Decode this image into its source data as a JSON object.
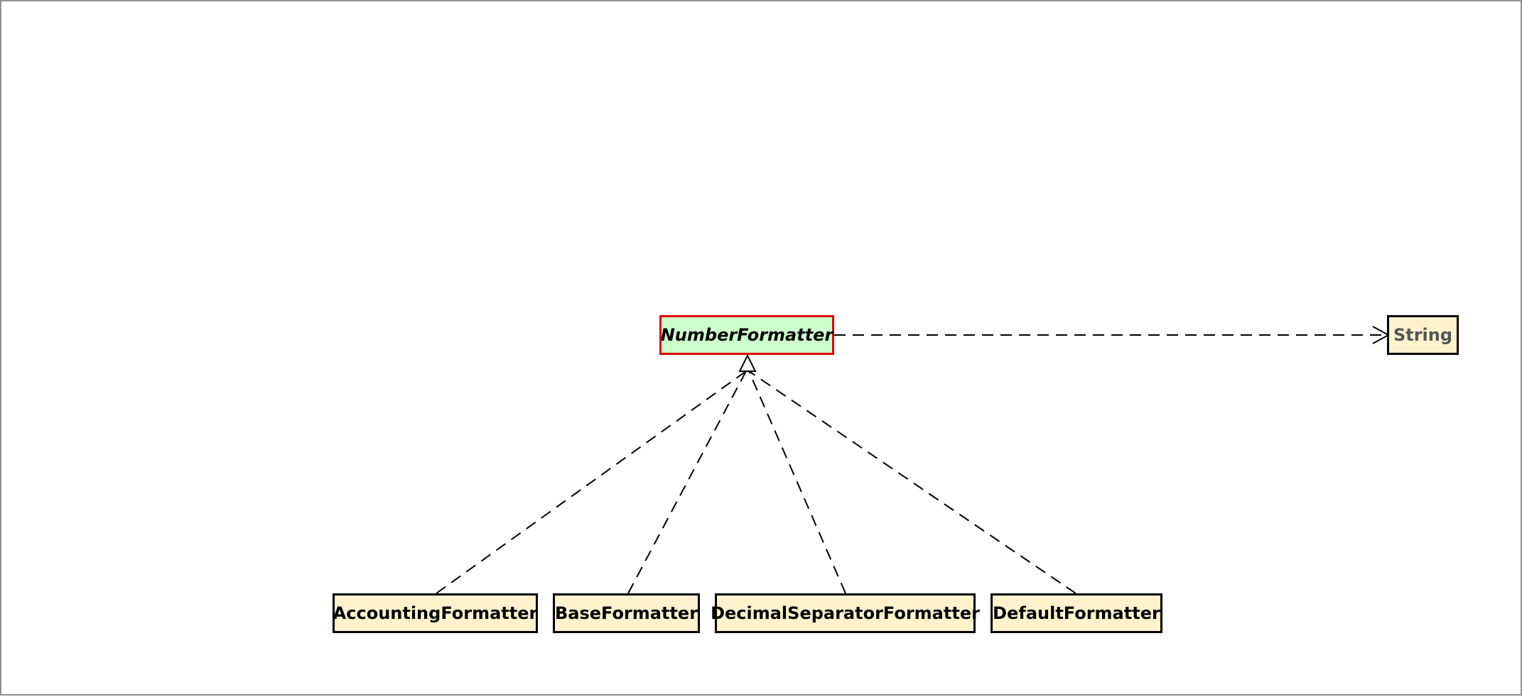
{
  "diagram": {
    "focus_class": {
      "name": "NumberFormatter",
      "kind": "interface",
      "fill": "#ccffcc",
      "border": "#e00000"
    },
    "dependency_target": {
      "name": "String",
      "fill": "#fff2cc",
      "text_color": "#555555"
    },
    "implementers": [
      {
        "name": "AccountingFormatter"
      },
      {
        "name": "BaseFormatter"
      },
      {
        "name": "DecimalSeparatorFormatter"
      },
      {
        "name": "DefaultFormatter"
      }
    ],
    "relationships": [
      {
        "from": "NumberFormatter",
        "to": "String",
        "type": "dependency"
      },
      {
        "from": "AccountingFormatter",
        "to": "NumberFormatter",
        "type": "realization"
      },
      {
        "from": "BaseFormatter",
        "to": "NumberFormatter",
        "type": "realization"
      },
      {
        "from": "DecimalSeparatorFormatter",
        "to": "NumberFormatter",
        "type": "realization"
      },
      {
        "from": "DefaultFormatter",
        "to": "NumberFormatter",
        "type": "realization"
      }
    ],
    "colors": {
      "class_fill": "#fff2cc",
      "line": "#000000",
      "frame": "#8f8f8f"
    }
  }
}
